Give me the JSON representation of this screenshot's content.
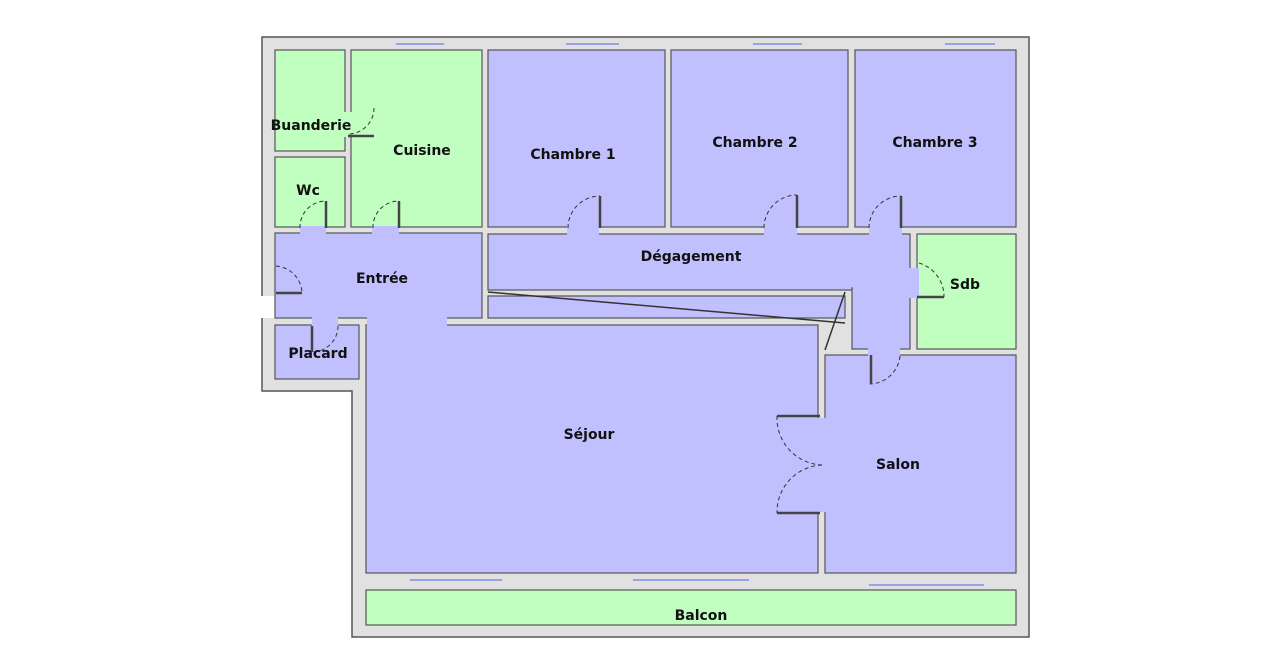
{
  "plan": {
    "colors": {
      "living": "#c0c0ff",
      "wet": "#c0ffc0",
      "wall": "#e1e1e1"
    },
    "rooms": {
      "buanderie": "Buanderie",
      "cuisine": "Cuisine",
      "wc": "Wc",
      "chambre1": "Chambre 1",
      "chambre2": "Chambre 2",
      "chambre3": "Chambre 3",
      "degagement": "Dégagement",
      "entree": "Entrée",
      "sdb": "Sdb",
      "placard": "Placard",
      "sejour": "Séjour",
      "salon": "Salon",
      "balcon": "Balcon"
    }
  }
}
